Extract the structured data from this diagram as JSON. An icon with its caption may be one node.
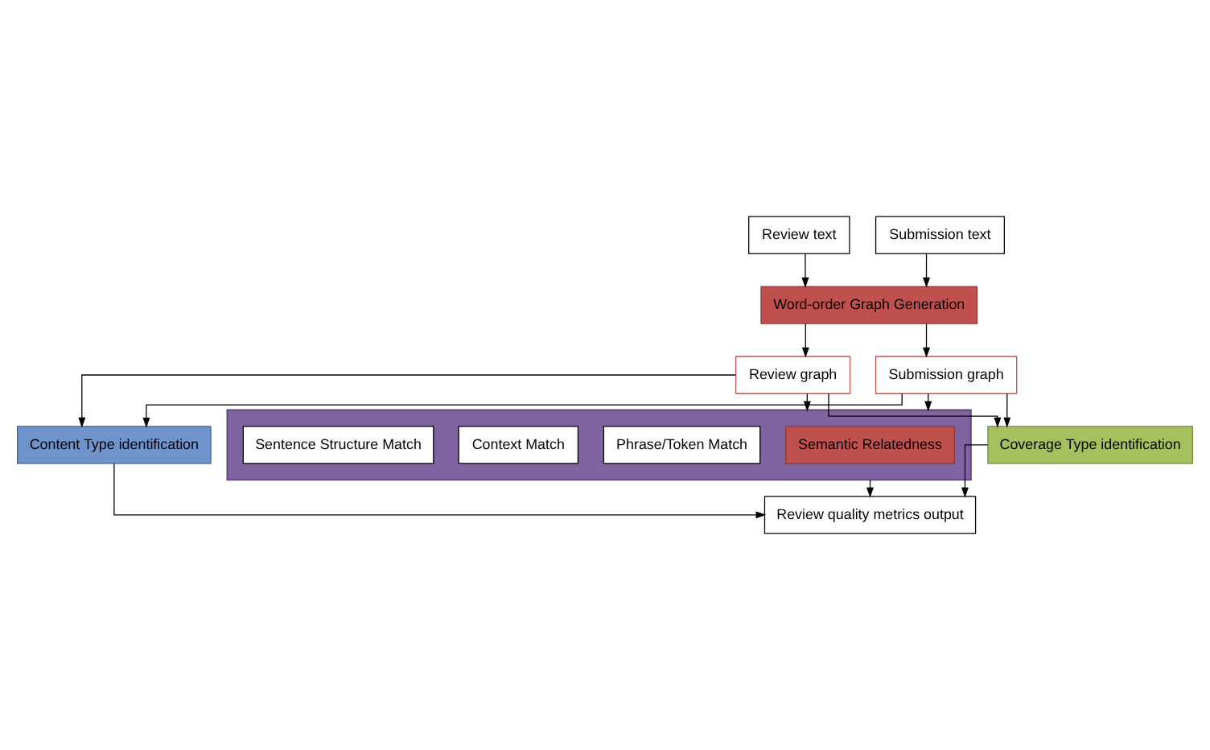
{
  "diagram": {
    "nodes": [
      {
        "text": [
          "Review text"
        ]
      },
      {
        "text": [
          "Submission text"
        ]
      },
      {
        "text": [
          "Word-order Graph Generation"
        ]
      },
      {
        "text": [
          "Review graph"
        ]
      },
      {
        "text": [
          "Submission graph"
        ]
      },
      {
        "text": [
          "Content Type identification"
        ]
      },
      {
        "text": [],
        "shape": "box"
      },
      {
        "text": [
          "Semantic Relatedness"
        ],
        "in": 6
      },
      {
        "text": [
          "Phrase/Token Match"
        ],
        "in": 6
      },
      {
        "text": [
          "Context Match"
        ],
        "in": 6
      },
      {
        "text": [
          "Sentence Structure Match"
        ],
        "in": 6
      },
      {
        "text": [
          "Coverage Type identification"
        ]
      },
      {
        "text": [
          "Review quality metrics output"
        ]
      }
    ],
    "edges": [
      {
        "from": 0,
        "to": 2,
        "arrow": "to"
      },
      {
        "from": 1,
        "to": 2,
        "arrow": "to"
      },
      {
        "from": 2,
        "to": 3,
        "arrow": "to"
      },
      {
        "from": 2,
        "to": 4,
        "arrow": "to"
      },
      {
        "from": 3,
        "to": 5,
        "arrow": "to"
      },
      {
        "from": 3,
        "to": 6,
        "arrow": "to"
      },
      {
        "from": 3,
        "to": 11,
        "arrow": "to"
      },
      {
        "from": 4,
        "to": 5,
        "arrow": "to"
      },
      {
        "from": 4,
        "to": 6,
        "arrow": "to"
      },
      {
        "from": 4,
        "to": 11,
        "arrow": "to"
      },
      {
        "from": 5,
        "to": 12,
        "arrow": "to"
      },
      {
        "from": 6,
        "to": 12,
        "arrow": "to"
      },
      {
        "from": 11,
        "to": 12,
        "arrow": "to"
      }
    ]
  }
}
